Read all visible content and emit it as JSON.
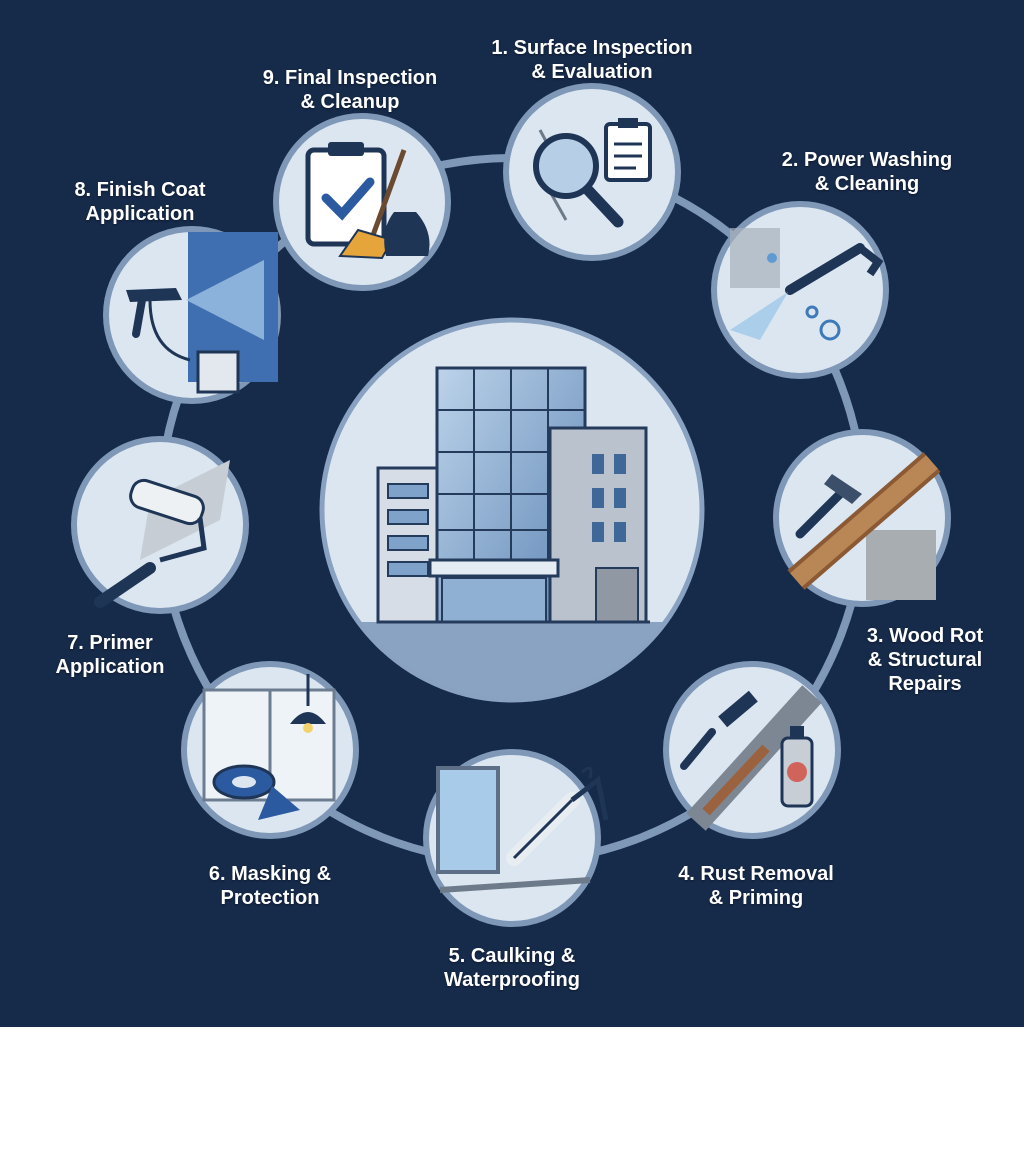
{
  "colors": {
    "background": "#162a4a",
    "ring": "#7f98b8",
    "circle_fill": "#dbe6f1",
    "accent_blue": "#2c5aa0",
    "dark_navy": "#1f3556",
    "label_text": "#ffffff"
  },
  "center": {
    "icon": "office-building-icon"
  },
  "steps": [
    {
      "number": "1.",
      "lines": [
        "1. Surface Inspection",
        "& Evaluation"
      ],
      "icon": "magnifier-crack-clipboard-icon"
    },
    {
      "number": "2.",
      "lines": [
        "2. Power Washing",
        "& Cleaning"
      ],
      "icon": "pressure-washer-icon"
    },
    {
      "number": "3.",
      "lines": [
        "3. Wood Rot",
        "& Structural",
        "Repairs"
      ],
      "icon": "hammer-wood-icon"
    },
    {
      "number": "4.",
      "lines": [
        "4. Rust Removal",
        "& Priming"
      ],
      "icon": "wire-brush-spray-can-icon"
    },
    {
      "number": "5.",
      "lines": [
        "5. Caulking &",
        "Waterproofing"
      ],
      "icon": "caulk-gun-icon"
    },
    {
      "number": "6.",
      "lines": [
        "6. Masking &",
        "Protection"
      ],
      "icon": "masking-tape-icon"
    },
    {
      "number": "7.",
      "lines": [
        "7. Primer",
        "Application"
      ],
      "icon": "paint-roller-icon"
    },
    {
      "number": "8.",
      "lines": [
        "8. Finish Coat",
        "Application"
      ],
      "icon": "spray-gun-icon"
    },
    {
      "number": "9.",
      "lines": [
        "9. Final Inspection",
        "& Cleanup"
      ],
      "icon": "checklist-broom-icon"
    }
  ]
}
